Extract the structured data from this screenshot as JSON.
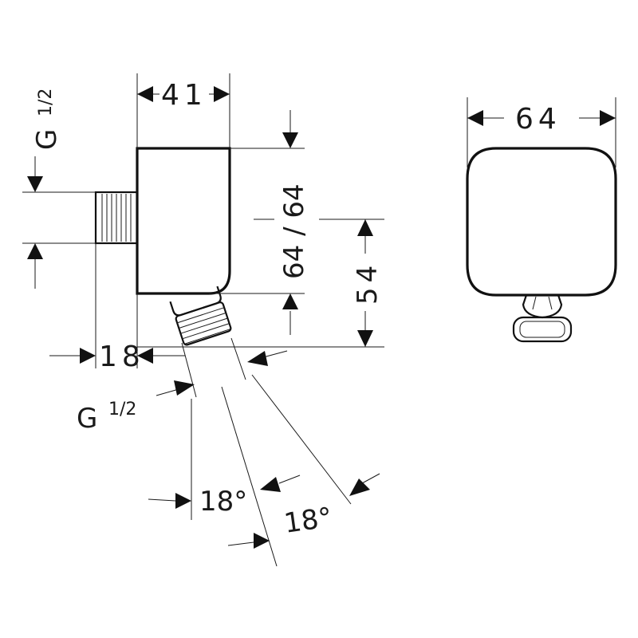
{
  "dimensions": {
    "side_width": "41",
    "front_width": "64",
    "height_pair": "64 / 64",
    "outlet_height": "54",
    "thread_depth": "18",
    "angle_a": "18°",
    "angle_b": "18°"
  },
  "threads": {
    "inlet": {
      "main": "G",
      "fraction": "1/2"
    },
    "outlet": {
      "main": "G",
      "fraction": "1/2"
    }
  },
  "colors": {
    "line": "#1a1a1a",
    "background": "#ffffff"
  }
}
